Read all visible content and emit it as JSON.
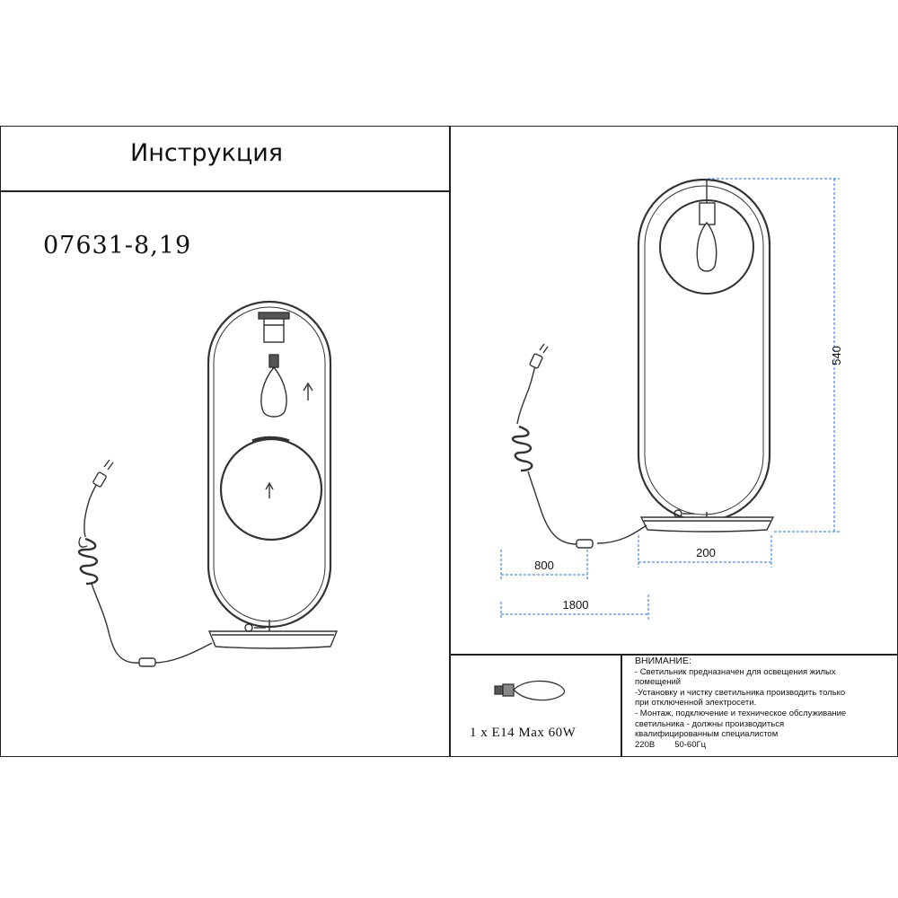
{
  "header": {
    "title": "Инструкция"
  },
  "product": {
    "model": "07631-8,19"
  },
  "dimensions": {
    "height": "540",
    "base_width": "200",
    "cord_to_switch": "800",
    "cord_total": "1800"
  },
  "bulb": {
    "spec": "1 x E14 Max 60W"
  },
  "notice": {
    "heading": "ВНИМАНИЕ:",
    "lines": [
      "- Светильник предназначен для освещения жилых",
      "помещений",
      "-Установку и чистку светильника производить только",
      "при отключенной электросети.",
      "- Монтаж, подключение и техническое обслуживание",
      "светильника - должны производиться",
      "квалифицированным специалистом"
    ],
    "voltage": "220В",
    "frequency": "50-60Гц"
  },
  "colors": {
    "line": "#222222",
    "dimension": "#2a6fdb",
    "ring": "#333333"
  }
}
